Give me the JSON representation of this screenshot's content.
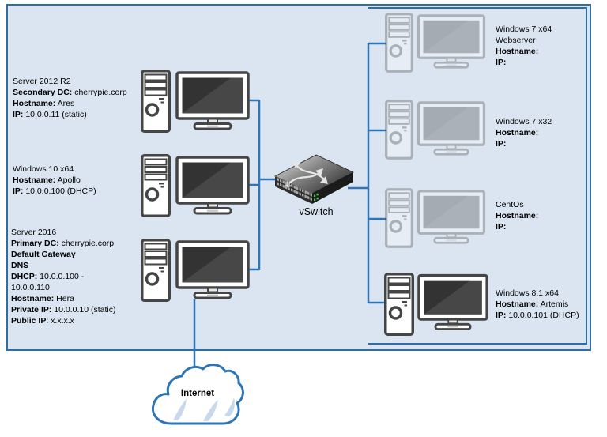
{
  "colors": {
    "panel_fill": "#dbe5f1",
    "panel_border": "#2d6da8",
    "link_line": "#2e75b6",
    "icon_outline": "#454545",
    "screen_dark": "#474242",
    "switch_body": "#2e2e2e",
    "led_green": "#51c151",
    "cloud_accent": "#c9d9ec"
  },
  "switch": {
    "label": "vSwitch"
  },
  "cloud": {
    "label": "Internet"
  },
  "left_nodes": [
    {
      "id": "ares",
      "lines": [
        {
          "b": "",
          "r": "Server 2012 R2"
        },
        {
          "b": "Secondary DC:",
          "r": " cherrypie.corp"
        },
        {
          "b": "Hostname:",
          "r": " Ares"
        },
        {
          "b": "IP:",
          "r": " 10.0.0.11 (static)"
        }
      ]
    },
    {
      "id": "apollo",
      "lines": [
        {
          "b": "",
          "r": "Windows 10 x64"
        },
        {
          "b": "Hostname:",
          "r": " Apollo"
        },
        {
          "b": "IP:",
          "r": " 10.0.0.100 (DHCP)"
        }
      ]
    },
    {
      "id": "hera",
      "lines": [
        {
          "b": "",
          "r": "Server 2016"
        },
        {
          "b": "Primary DC:",
          "r": " cherrypie.corp"
        },
        {
          "b": "Default Gateway",
          "r": ""
        },
        {
          "b": "DNS",
          "r": ""
        },
        {
          "b": "DHCP:",
          "r": " 10.0.0.100 -"
        },
        {
          "b": "",
          "r": "10.0.0.110"
        },
        {
          "b": "Hostname:",
          "r": " Hera"
        },
        {
          "b": "Private IP:",
          "r": " 10.0.0.10 (static)"
        },
        {
          "b": "Public IP",
          "r": ": x.x.x.x"
        }
      ]
    }
  ],
  "right_nodes": [
    {
      "id": "win7x64",
      "faded": true,
      "lines": [
        {
          "b": "",
          "r": "Windows 7 x64"
        },
        {
          "b": "",
          "r": "Webserver"
        },
        {
          "b": "Hostname:",
          "r": ""
        },
        {
          "b": "IP:",
          "r": ""
        }
      ]
    },
    {
      "id": "win7x32",
      "faded": true,
      "lines": [
        {
          "b": "",
          "r": "Windows 7 x32"
        },
        {
          "b": "Hostname:",
          "r": ""
        },
        {
          "b": "IP:",
          "r": ""
        }
      ]
    },
    {
      "id": "centos",
      "faded": true,
      "lines": [
        {
          "b": "",
          "r": "CentOs"
        },
        {
          "b": "Hostname:",
          "r": ""
        },
        {
          "b": "IP:",
          "r": ""
        }
      ]
    },
    {
      "id": "artemis",
      "faded": false,
      "lines": [
        {
          "b": "",
          "r": "Windows 8.1 x64"
        },
        {
          "b": "Hostname:",
          "r": " Artemis"
        },
        {
          "b": "IP:",
          "r": " 10.0.0.101 (DHCP)"
        }
      ]
    }
  ]
}
